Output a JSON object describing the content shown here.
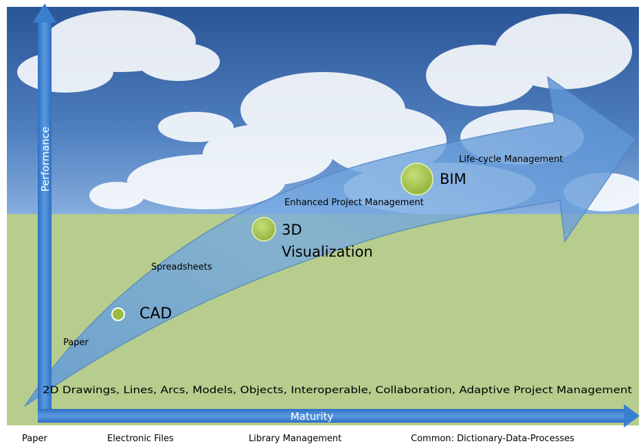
{
  "axes": {
    "y_label": "Performance",
    "x_label": "Maturity"
  },
  "stages": [
    {
      "label": "CAD"
    },
    {
      "label": "3D"
    },
    {
      "label": "Visualization"
    },
    {
      "label": "BIM"
    }
  ],
  "curve_labels": {
    "paper": "Paper",
    "spreadsheets": "Spreadsheets",
    "enhanced": "Enhanced Project Management",
    "lifecycle": "Life-cycle Management"
  },
  "bottom_line": "2D Drawings, Lines, Arcs,  Models, Objects, Interoperable,  Collaboration, Adaptive Project Management",
  "footer": [
    "Paper",
    "Electronic Files",
    "Library  Management",
    "Common: Dictionary-Data-Processes"
  ],
  "colors": {
    "sky_top": "#2e5a9e",
    "sky_bottom": "#6d9bd2",
    "ground": "#b5cd8c",
    "arrow_fill": "#6fa3dd",
    "node_fill": "#a3c14a"
  }
}
